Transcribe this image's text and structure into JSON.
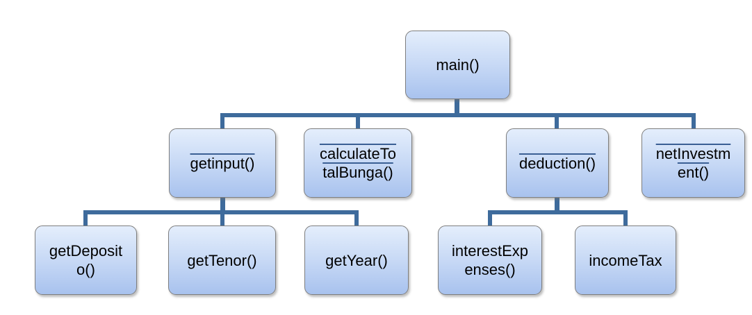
{
  "diagram": {
    "type": "hierarchy-tree",
    "colors": {
      "connector": "#3E6B9C",
      "node_border": "#7E7E7E",
      "node_fill_top": "#E4EEFC",
      "node_fill_mid": "#C6D8F5",
      "node_fill_bottom": "#A8C2EE",
      "label_text": "#000000",
      "overline": "#3A5F94",
      "background": "#FFFFFF"
    },
    "nodes": {
      "main": {
        "label": "main()",
        "overline": false
      },
      "getinput": {
        "label": "getinput()",
        "overline": true
      },
      "calculateTotalBunga": {
        "label": "calculateTo\ntalBunga()",
        "overline": true
      },
      "deduction": {
        "label": "deduction()",
        "overline": true
      },
      "netInvestment": {
        "label": "netInvestm\nent()",
        "overline": true
      },
      "getDeposito": {
        "label": "getDeposit\no()",
        "overline": false
      },
      "getTenor": {
        "label": "getTenor()",
        "overline": false
      },
      "getYear": {
        "label": "getYear()",
        "overline": false
      },
      "interestExpenses": {
        "label": "interestExp\nenses()",
        "overline": false
      },
      "incomeTax": {
        "label": "incomeTax",
        "overline": false
      }
    },
    "edges": [
      {
        "from": "main",
        "to": "getinput"
      },
      {
        "from": "main",
        "to": "calculateTotalBunga"
      },
      {
        "from": "main",
        "to": "deduction"
      },
      {
        "from": "main",
        "to": "netInvestment"
      },
      {
        "from": "getinput",
        "to": "getDeposito"
      },
      {
        "from": "getinput",
        "to": "getTenor"
      },
      {
        "from": "getinput",
        "to": "getYear"
      },
      {
        "from": "deduction",
        "to": "interestExpenses"
      },
      {
        "from": "deduction",
        "to": "incomeTax"
      }
    ]
  }
}
